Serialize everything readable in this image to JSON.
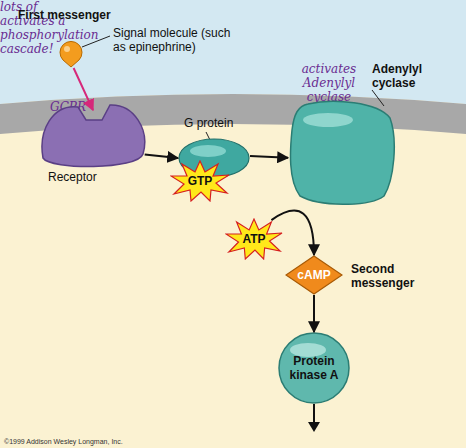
{
  "diagram": {
    "nodes": [
      {
        "text": [
          "Signal molecule (such as epinephrine)"
        ]
      },
      {
        "text": [
          "GCPR",
          "Receptor"
        ]
      },
      {
        "text": [
          "G protein"
        ]
      },
      {
        "text": [
          "GTP"
        ]
      },
      {
        "text": [
          "Adenylyl cyclase",
          "activates Adenylyl cyclase"
        ]
      },
      {
        "text": [
          "ATP"
        ]
      },
      {
        "text": [
          "cAMP",
          "Second messenger"
        ]
      },
      {
        "text": [
          "Protein kinase A"
        ]
      }
    ],
    "edges": [
      {
        "from": 0,
        "to": 1,
        "arrow": "to"
      },
      {
        "from": 1,
        "to": 2,
        "arrow": "to"
      },
      {
        "from": 2,
        "to": 4,
        "arrow": "to"
      },
      {
        "from": 5,
        "to": 6,
        "arrow": "to"
      },
      {
        "from": 6,
        "to": 7,
        "arrow": "to"
      }
    ],
    "labels": [
      "First messenger",
      "lots of",
      "activates a phosphorylation cascade!",
      "©1999 Addison Wesley Longman, Inc."
    ]
  }
}
